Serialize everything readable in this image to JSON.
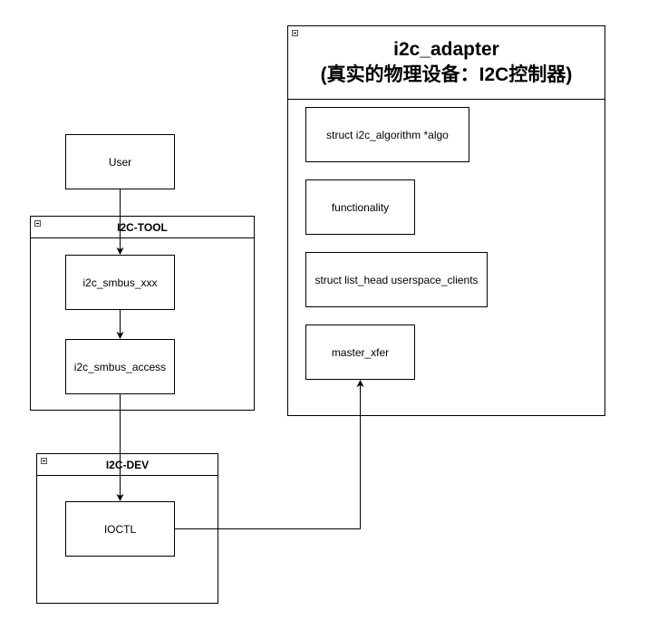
{
  "adapter": {
    "title_line1": "i2c_adapter",
    "title_line2": "(真实的物理设备：I2C控制器)",
    "members": [
      "struct i2c_algorithm *algo",
      "functionality",
      "struct list_head userspace_clients",
      "master_xfer"
    ]
  },
  "user": {
    "label": "User"
  },
  "i2c_tool": {
    "title": "I2C-TOOL",
    "items": [
      "i2c_smbus_xxx",
      "i2c_smbus_access"
    ]
  },
  "i2c_dev": {
    "title": "I2C-DEV",
    "items": [
      "IOCTL"
    ]
  },
  "edges": [
    {
      "from": "User",
      "to": "i2c_smbus_xxx"
    },
    {
      "from": "i2c_smbus_xxx",
      "to": "i2c_smbus_access"
    },
    {
      "from": "i2c_smbus_access",
      "to": "IOCTL"
    },
    {
      "from": "IOCTL",
      "to": "master_xfer"
    }
  ]
}
